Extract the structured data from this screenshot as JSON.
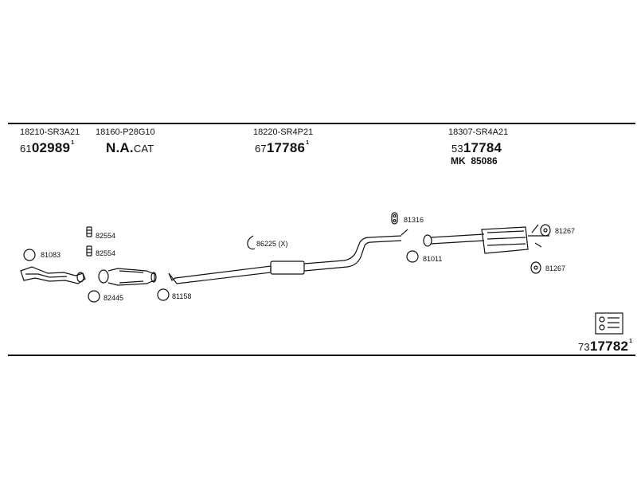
{
  "header": {
    "columns": [
      {
        "oem": "18210-SR3A21",
        "prefix": "61",
        "code": "02989",
        "rev": "1"
      },
      {
        "oem": "18160-P28G10",
        "prefix": "",
        "code": "N.A.",
        "suffix": "CAT"
      },
      {
        "oem": "18220-SR4P21",
        "prefix": "67",
        "code": "17786",
        "rev": "1"
      },
      {
        "oem": "18307-SR4A21",
        "prefix": "53",
        "code": "17784",
        "extra": "MK  85086"
      }
    ]
  },
  "parts": {
    "ring_81083": "81083",
    "clamp_82554_a": "82554",
    "clamp_82554_b": "82554",
    "ring_82445": "82445",
    "ring_81158": "81158",
    "clamp_86225": "86225 (X)",
    "hanger_81316": "81316",
    "ring_81011": "81011",
    "hanger_81267_a": "81267",
    "hanger_81267_b": "81267"
  },
  "footer": {
    "prefix": "73",
    "code": "17782",
    "rev": "1"
  }
}
